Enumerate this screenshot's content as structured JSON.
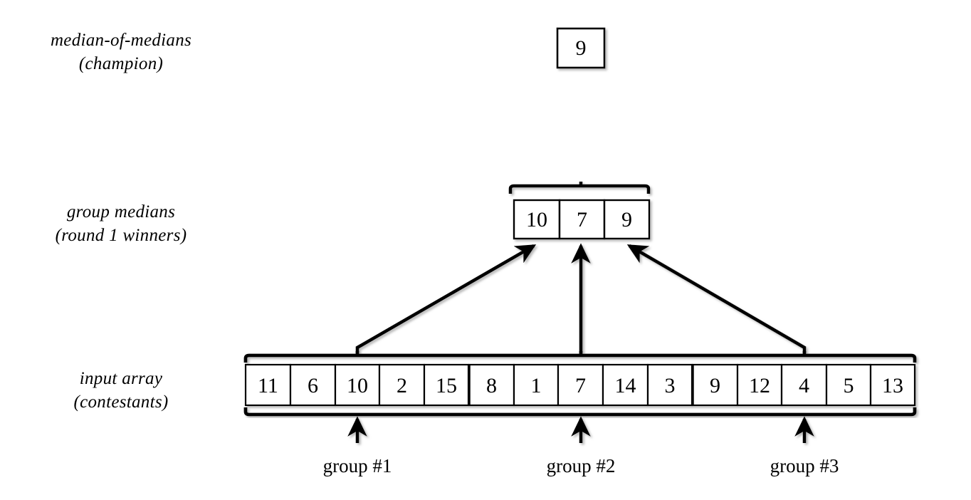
{
  "diagram": {
    "title": "median-of-medians selection diagram",
    "stroke_color": "#000000",
    "fill_color": "#ffffff",
    "shadow_color": "#c8c8c8"
  },
  "rows": {
    "champion": {
      "label_line1": "median-of-medians",
      "label_line2": "(champion)",
      "value": "9"
    },
    "medians": {
      "label_line1": "group medians",
      "label_line2": "(round 1 winners)",
      "values": [
        "10",
        "7",
        "9"
      ]
    },
    "input": {
      "label_line1": "input array",
      "label_line2": "(contestants)",
      "values": [
        "11",
        "6",
        "10",
        "2",
        "15",
        "8",
        "1",
        "7",
        "14",
        "3",
        "9",
        "12",
        "4",
        "5",
        "13"
      ],
      "groups": [
        {
          "label": "group #1",
          "values": [
            "11",
            "6",
            "10",
            "2",
            "15"
          ],
          "median": "10"
        },
        {
          "label": "group #2",
          "values": [
            "8",
            "1",
            "7",
            "14",
            "3"
          ],
          "median": "7"
        },
        {
          "label": "group #3",
          "values": [
            "9",
            "12",
            "4",
            "5",
            "13"
          ],
          "median": "9"
        }
      ]
    }
  },
  "icons": {
    "arrow_up": "arrow-up-icon",
    "brace_top": "brace-top-icon",
    "brace_bottom": "brace-bottom-icon"
  }
}
